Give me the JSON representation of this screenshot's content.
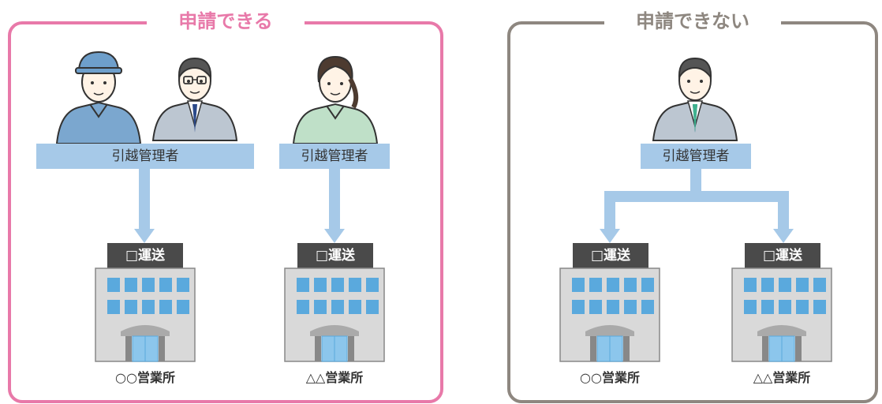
{
  "left_panel": {
    "title": "申請できる",
    "manager_label_1": "引越管理者",
    "manager_label_2": "引越管理者",
    "company_label_1": "□運送",
    "company_label_2": "□運送",
    "office_label_1": "○○営業所",
    "office_label_2": "△△営業所"
  },
  "right_panel": {
    "title": "申請できない",
    "manager_label": "引越管理者",
    "company_label_1": "□運送",
    "company_label_2": "□運送",
    "office_label_1": "○○営業所",
    "office_label_2": "△△営業所"
  },
  "colors": {
    "allowed_border": "#e879a9",
    "not_allowed_border": "#8e8780",
    "label_bar": "#a6c9e8",
    "company_label_bg": "#4a4a4a",
    "building_window": "#5aa9dd"
  }
}
